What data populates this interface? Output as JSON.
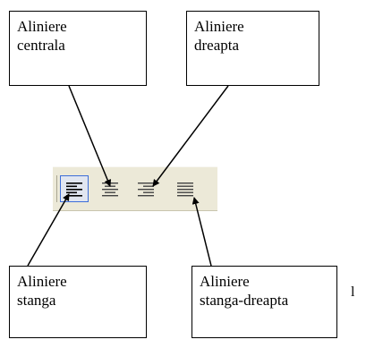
{
  "callouts": {
    "center": {
      "line1": "Aliniere",
      "line2": "centrala"
    },
    "right": {
      "line1": "Aliniere",
      "line2": "dreapta"
    },
    "left": {
      "line1": "Aliniere",
      "line2": "stanga"
    },
    "justify": {
      "line1": "Aliniere",
      "line2": "stanga-dreapta"
    }
  },
  "toolbar": {
    "buttons": [
      {
        "icon": "align-left-icon",
        "active": true
      },
      {
        "icon": "align-center-icon",
        "active": false
      },
      {
        "icon": "align-right-icon",
        "active": false
      },
      {
        "icon": "align-justify-icon",
        "active": false
      }
    ]
  },
  "edge_text": "l",
  "colors": {
    "active_border": "#3d6ed9",
    "toolbar_bg": "#ece9d8"
  }
}
